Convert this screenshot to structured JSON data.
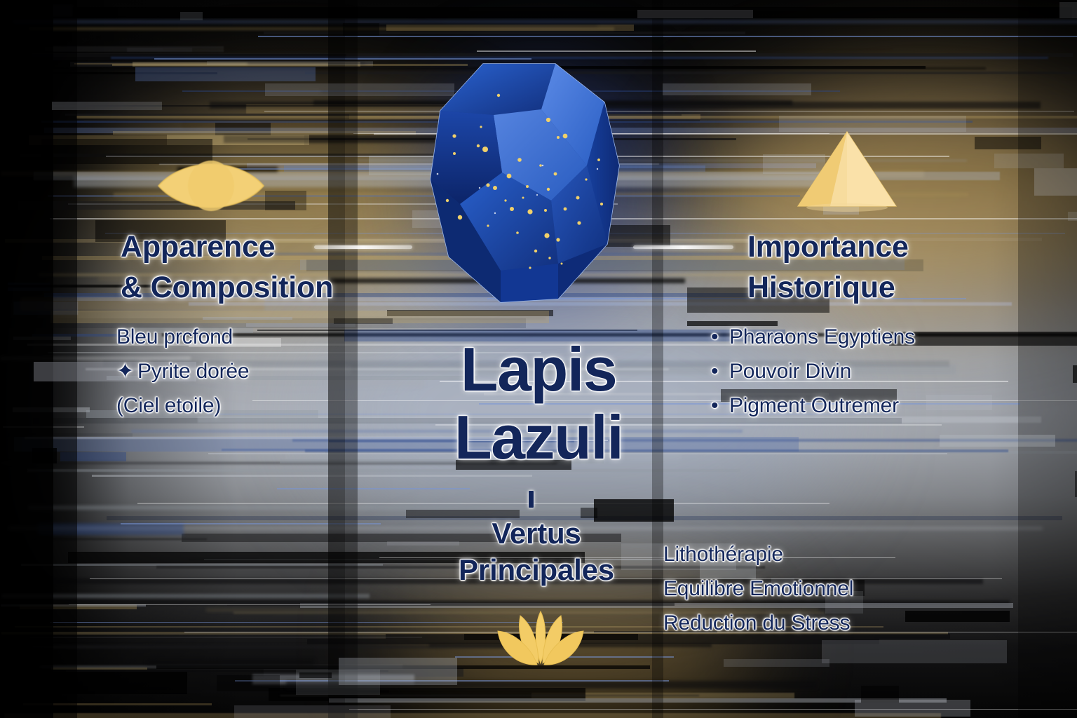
{
  "meta": {
    "theme_colors": {
      "text_navy": "#13265a",
      "gold": "#f2cf70",
      "gem_blue_dark": "#123a96",
      "gem_blue_mid": "#1b4fc0",
      "gem_blue_light": "#3f74d9",
      "outline_white": "#ffffff"
    }
  },
  "center": {
    "title_line1": "Lapis",
    "title_line2": "Lazuli",
    "divider_glyph": "|",
    "subtitle_line1": "Vertus",
    "subtitle_line2": "Principales"
  },
  "left_panel": {
    "heading_line1": "Apparence",
    "heading_line2": "& Composition",
    "items": [
      {
        "marker": "",
        "label": "Bleu prcfond"
      },
      {
        "marker": "✦",
        "label": "Pyrite dorėe"
      },
      {
        "marker": "",
        "label": "(Ciel etoile)"
      }
    ]
  },
  "right_panel": {
    "heading_line1": "Importance",
    "heading_line2": "Historique",
    "items": [
      {
        "marker": "•",
        "label": "Pharaons Egyptiens"
      },
      {
        "marker": "•",
        "label": "Pouvoir Divin"
      },
      {
        "marker": "•",
        "label": "Pigment Outremer"
      }
    ]
  },
  "bottom_panel": {
    "items": [
      {
        "label": "Lithothérapie"
      },
      {
        "label": "Equilibre Emotionnel"
      },
      {
        "label": "Reduction du Stress"
      }
    ]
  },
  "icons": {
    "eye": "eye-icon",
    "pyramid": "pyramid-icon",
    "lotus": "lotus-icon",
    "gem": "lapis-lazuli-gem"
  }
}
